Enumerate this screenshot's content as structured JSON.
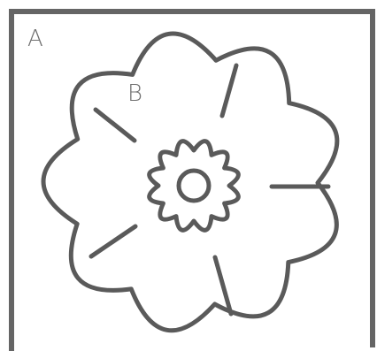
{
  "labels": {
    "region_a": "A",
    "region_b": "B"
  },
  "colors": {
    "stroke": "#5a5a5a",
    "frame": "#656565",
    "label": "#6f6f6f",
    "background": "#ffffff"
  },
  "flower": {
    "outer_petals": 9,
    "inner_bumps": 12
  }
}
